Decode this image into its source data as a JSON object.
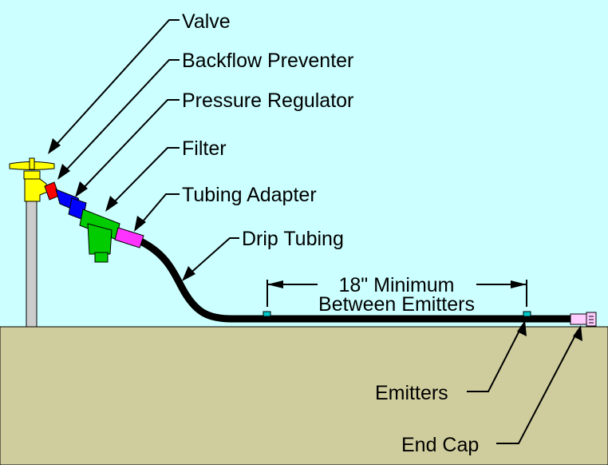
{
  "labels": {
    "valve": "Valve",
    "backflow": "Backflow Preventer",
    "regulator": "Pressure Regulator",
    "filter": "Filter",
    "adapter": "Tubing Adapter",
    "tubing": "Drip Tubing",
    "dimension_line1": "18\" Minimum",
    "dimension_line2": "Between Emitters",
    "emitters": "Emitters",
    "end_cap": "End Cap"
  },
  "colors": {
    "sky": "#ccffff",
    "ground": "#cfcd9d",
    "valve": "#ffff00",
    "backflow": "#ff0000",
    "regulator": "#0000ff",
    "filter": "#00cc00",
    "adapter": "#ff33ff",
    "tubing": "#000000",
    "emitter": "#00cccc",
    "end_cap": "#ffccff",
    "pipe": "#cccccc"
  }
}
